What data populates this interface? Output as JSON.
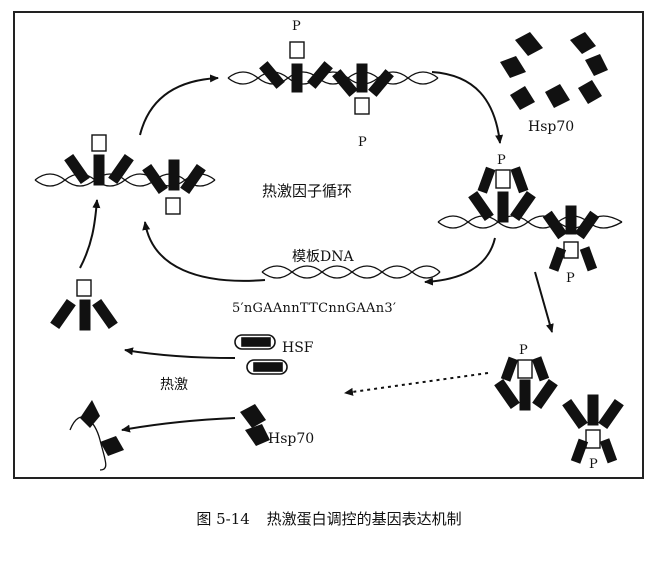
{
  "figure": {
    "cycle_label": "热激因子循环",
    "template_label": "模板DNA",
    "sequence": "5′nGAAnnTTCnnGAAn3′",
    "hsf_label": "HSF",
    "heat_shock_label": "热激",
    "hsp70_labels": [
      "Hsp70",
      "Hsp70"
    ],
    "phosphate_label": "P"
  },
  "caption": {
    "figure_number": "图 5-14",
    "title": "热激蛋白调控的基因表达机制"
  }
}
